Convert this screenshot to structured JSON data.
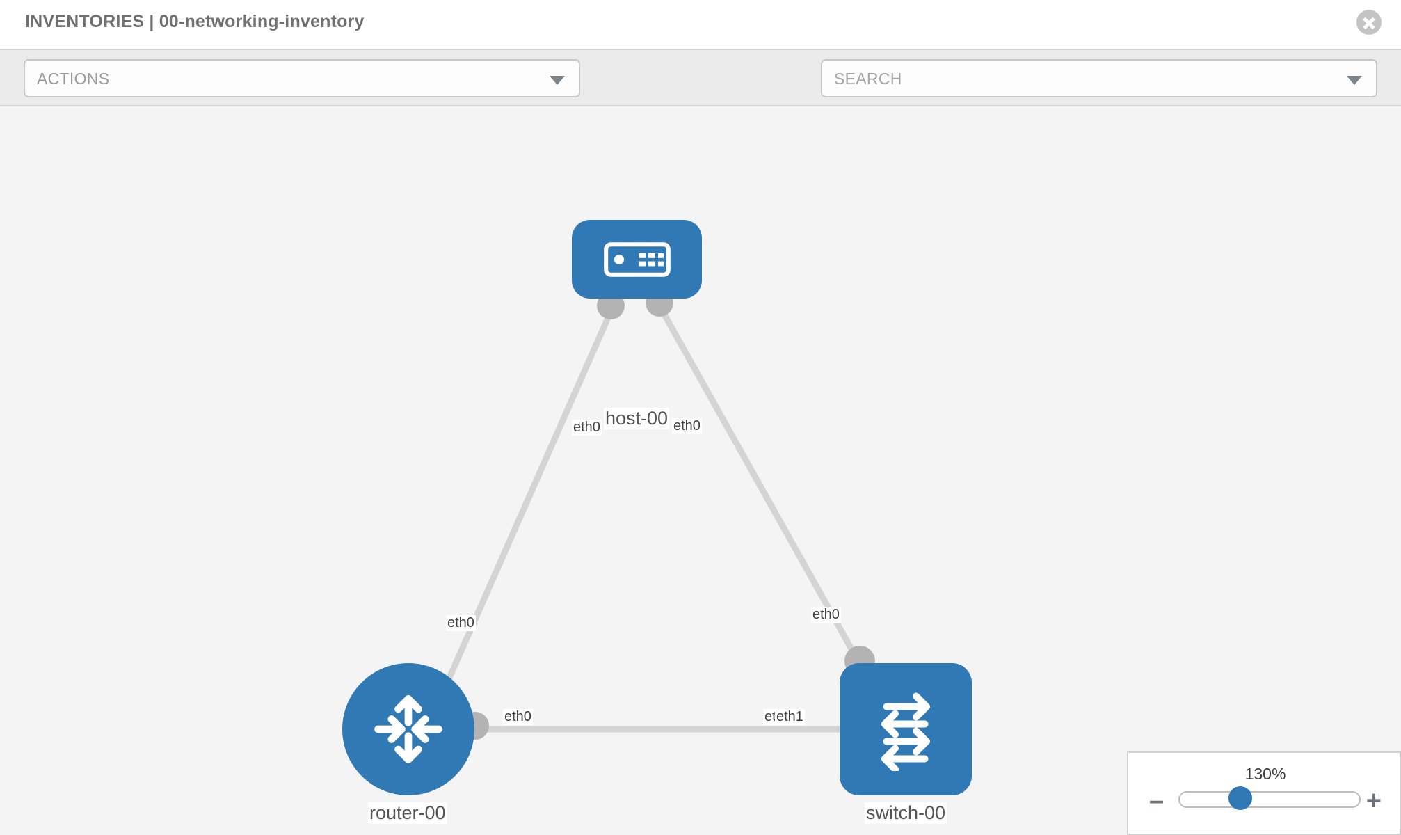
{
  "header": {
    "title": "INVENTORIES | 00-networking-inventory",
    "close_label": "×"
  },
  "toolbar": {
    "actions_label": "ACTIONS",
    "search_placeholder": "SEARCH",
    "icons": [
      "wrench-icon",
      "key-icon"
    ]
  },
  "topology": {
    "nodes": [
      {
        "id": "host-00",
        "label": "host-00",
        "type": "host",
        "color": "#3179b5"
      },
      {
        "id": "router-00",
        "label": "router-00",
        "type": "router",
        "color": "#3179b5"
      },
      {
        "id": "switch-00",
        "label": "switch-00",
        "type": "switch",
        "color": "#3179b5"
      }
    ],
    "links": [
      {
        "from": "host-00",
        "to": "router-00",
        "from_port": "eth0",
        "to_port": "eth0"
      },
      {
        "from": "host-00",
        "to": "switch-00",
        "from_port": "eth0",
        "to_port": "eth0"
      },
      {
        "from": "router-00",
        "to": "switch-00",
        "from_port": "eth0",
        "to_port": "eth1"
      }
    ],
    "port_labels": {
      "host_left": "eth0",
      "host_right": "eth0",
      "router_uplink": "eth0",
      "switch_uplink": "eth0",
      "router_trunk": "eth0",
      "switch_trunk_hidden": "eth0",
      "switch_trunk": "eth1"
    },
    "link_color": "#d4d4d4",
    "connector_color": "#b3b3b3",
    "background": "#f4f4f4"
  },
  "zoom": {
    "value_label": "130%",
    "minus_label": "–",
    "plus_label": "+",
    "percent": 130
  }
}
